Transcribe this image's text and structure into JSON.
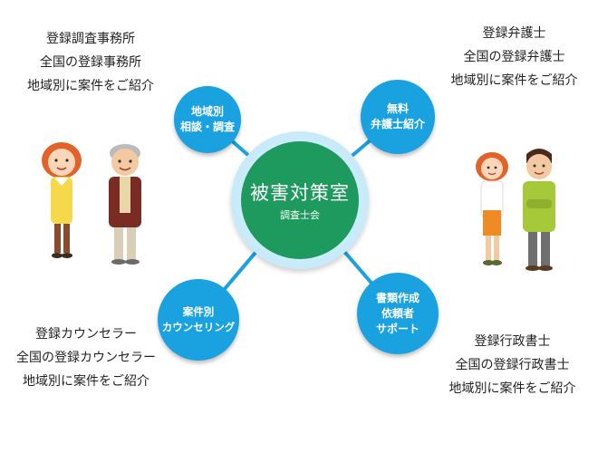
{
  "corners": {
    "top_left": [
      "登録調査事務所",
      "全国の登録事務所",
      "地域別に案件をご紹介"
    ],
    "top_right": [
      "登録弁護士",
      "全国の登録弁護士",
      "地域別に案件をご紹介"
    ],
    "bottom_left": [
      "登録カウンセラー",
      "全国の登録カウンセラー",
      "地域別に案件をご紹介"
    ],
    "bottom_right": [
      "登録行政書士",
      "全国の登録行政書士",
      "地域別に案件をご紹介"
    ]
  },
  "center": {
    "title": "被害対策室",
    "subtitle": "調査士会"
  },
  "nodes": {
    "top_left": [
      "地域別",
      "相談・調査"
    ],
    "top_right": [
      "無料",
      "弁護士紹介"
    ],
    "bottom_left": [
      "案件別",
      "カウンセリング"
    ],
    "bottom_right": [
      "書類作成",
      "依頼者",
      "サポート"
    ]
  },
  "colors": {
    "node_blue": "#19a1e0",
    "center_green": "#1e9a5e",
    "ring_light": "#c7eaf9"
  }
}
